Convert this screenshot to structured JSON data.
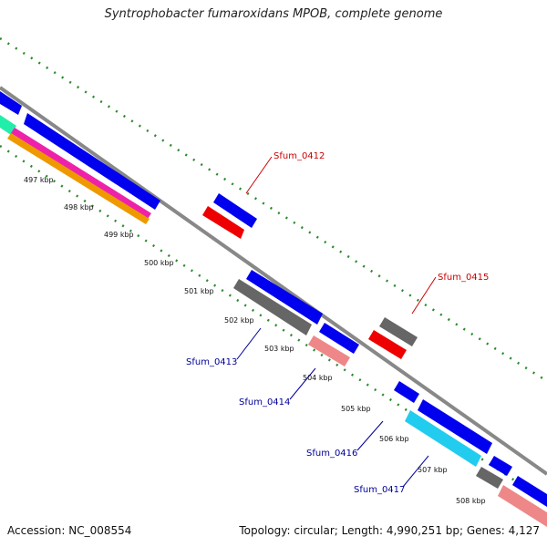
{
  "title": "Syntrophobacter fumaroxidans MPOB, complete genome",
  "footer": {
    "accession": "Accession: NC_008554",
    "summary": "Topology: circular; Length: 4,990,251 bp; Genes: 4,127"
  },
  "colors": {
    "backbone": "#888888",
    "ticks": "#2a8a2a",
    "blue": "#0000ee",
    "red": "#ee0000",
    "gray": "#666666",
    "salmon": "#ee8888",
    "cyan": "#22ccee",
    "magenta": "#ee22aa",
    "orange": "#ee9900",
    "aqua": "#22eeaa",
    "label_red": "#cc0000",
    "label_blue": "#000099"
  },
  "kbp_labels": [
    "497 kbp",
    "498 kbp",
    "499 kbp",
    "500 kbp",
    "501 kbp",
    "502 kbp",
    "503 kbp",
    "504 kbp",
    "505 kbp",
    "506 kbp",
    "507 kbp",
    "508 kbp"
  ],
  "gene_labels": [
    "Sfum_0412",
    "Sfum_0415",
    "Sfum_0413",
    "Sfum_0414",
    "Sfum_0416",
    "Sfum_0417"
  ]
}
